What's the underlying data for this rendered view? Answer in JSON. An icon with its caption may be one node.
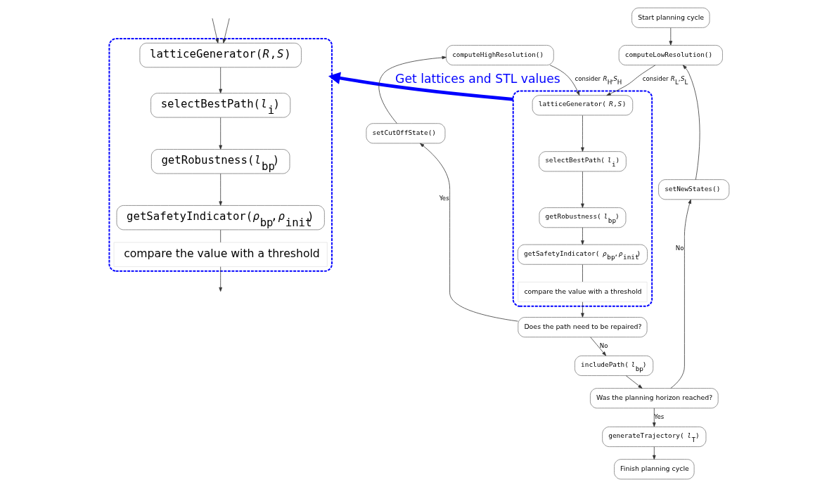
{
  "diagram": {
    "nodes": [
      {
        "text": [],
        "shape": "box"
      },
      {
        "text": [
          "latticeGenerator(*R*,*S*)"
        ],
        "in": 0
      },
      {
        "text": [
          "selectBestPath(*l*$_{i}$)"
        ],
        "in": 0
      },
      {
        "text": [
          "getRobustness(*l*$_{bp}$)"
        ],
        "in": 0
      },
      {
        "text": [
          "getSafetyIndicator(*ρ*$_{bp}$,*ρ*$_{init}$)"
        ],
        "in": 0
      },
      {
        "text": [
          "compare the value with a threshold"
        ],
        "in": 0
      },
      {
        "text": [
          "Start planning cycle"
        ]
      },
      {
        "text": [
          "computeLowResolution()"
        ]
      },
      {
        "text": [],
        "shape": "box"
      },
      {
        "text": [
          "latticeGenerator(*R*,*S*)"
        ],
        "in": 8
      },
      {
        "text": [
          "selectBestPath(*l*$_{i}$)"
        ],
        "in": 8
      },
      {
        "text": [
          "getRobustness(*l*$_{bp}$)"
        ],
        "in": 8
      },
      {
        "text": [
          "getSafetyIndicator(*ρ*$_{bp}$,*ρ*$_{init}$)"
        ],
        "in": 8
      },
      {
        "text": [
          "compare the value with a threshold"
        ],
        "in": 8
      },
      {
        "text": [
          "Does the path need to be repaired?"
        ]
      },
      {
        "text": [
          "includePath(*l*$_{bp}$)"
        ]
      },
      {
        "text": [
          "Was the planning horizon reached?"
        ]
      },
      {
        "text": [
          "generateTrajectory(*l*$_{T}$)"
        ]
      },
      {
        "text": [
          "Finish planning cycle"
        ]
      },
      {
        "text": [
          "setCutOffState()"
        ]
      },
      {
        "text": [
          "computeHighResolution()"
        ]
      },
      {
        "text": [
          "setNewStates()"
        ]
      }
    ],
    "edges": [
      {
        "from": null,
        "to": 1,
        "arrow": "to"
      },
      {
        "from": null,
        "to": 1,
        "arrow": "to"
      },
      {
        "from": 1,
        "to": 2,
        "arrow": "to"
      },
      {
        "from": 2,
        "to": 3,
        "arrow": "to"
      },
      {
        "from": 3,
        "to": 4,
        "arrow": "to"
      },
      {
        "from": 4,
        "to": 5,
        "arrow": "none"
      },
      {
        "from": 5,
        "to": null,
        "arrow": "to"
      },
      {
        "from": 6,
        "to": 7,
        "arrow": "to"
      },
      {
        "from": 7,
        "to": 9,
        "arrow": "to",
        "label": "consider *R*$_{L}$,*S*$_{L}$"
      },
      {
        "from": 9,
        "to": 10,
        "arrow": "to"
      },
      {
        "from": 10,
        "to": 11,
        "arrow": "to"
      },
      {
        "from": 11,
        "to": 12,
        "arrow": "to"
      },
      {
        "from": 12,
        "to": 13,
        "arrow": "none"
      },
      {
        "from": 13,
        "to": 14,
        "arrow": "to"
      },
      {
        "from": 14,
        "to": 15,
        "arrow": "to",
        "label": "No"
      },
      {
        "from": 15,
        "to": 16,
        "arrow": "to"
      },
      {
        "from": 16,
        "to": 17,
        "arrow": "to",
        "label": "Yes"
      },
      {
        "from": 17,
        "to": 18,
        "arrow": "to"
      },
      {
        "from": 14,
        "to": 19,
        "arrow": "to",
        "label": "Yes"
      },
      {
        "from": 19,
        "to": 20,
        "arrow": "to"
      },
      {
        "from": 20,
        "to": 9,
        "arrow": "to",
        "label": "consider *R*$_{H}$,*S*$_{H}$"
      },
      {
        "from": 16,
        "to": 21,
        "arrow": "to",
        "label": "No"
      },
      {
        "from": 21,
        "to": 7,
        "arrow": "to"
      },
      {
        "from": 8,
        "to": 0,
        "arrow": "to",
        "style": "thick",
        "color": "#0000ff",
        "label": "Get lattices and STL values"
      }
    ]
  }
}
